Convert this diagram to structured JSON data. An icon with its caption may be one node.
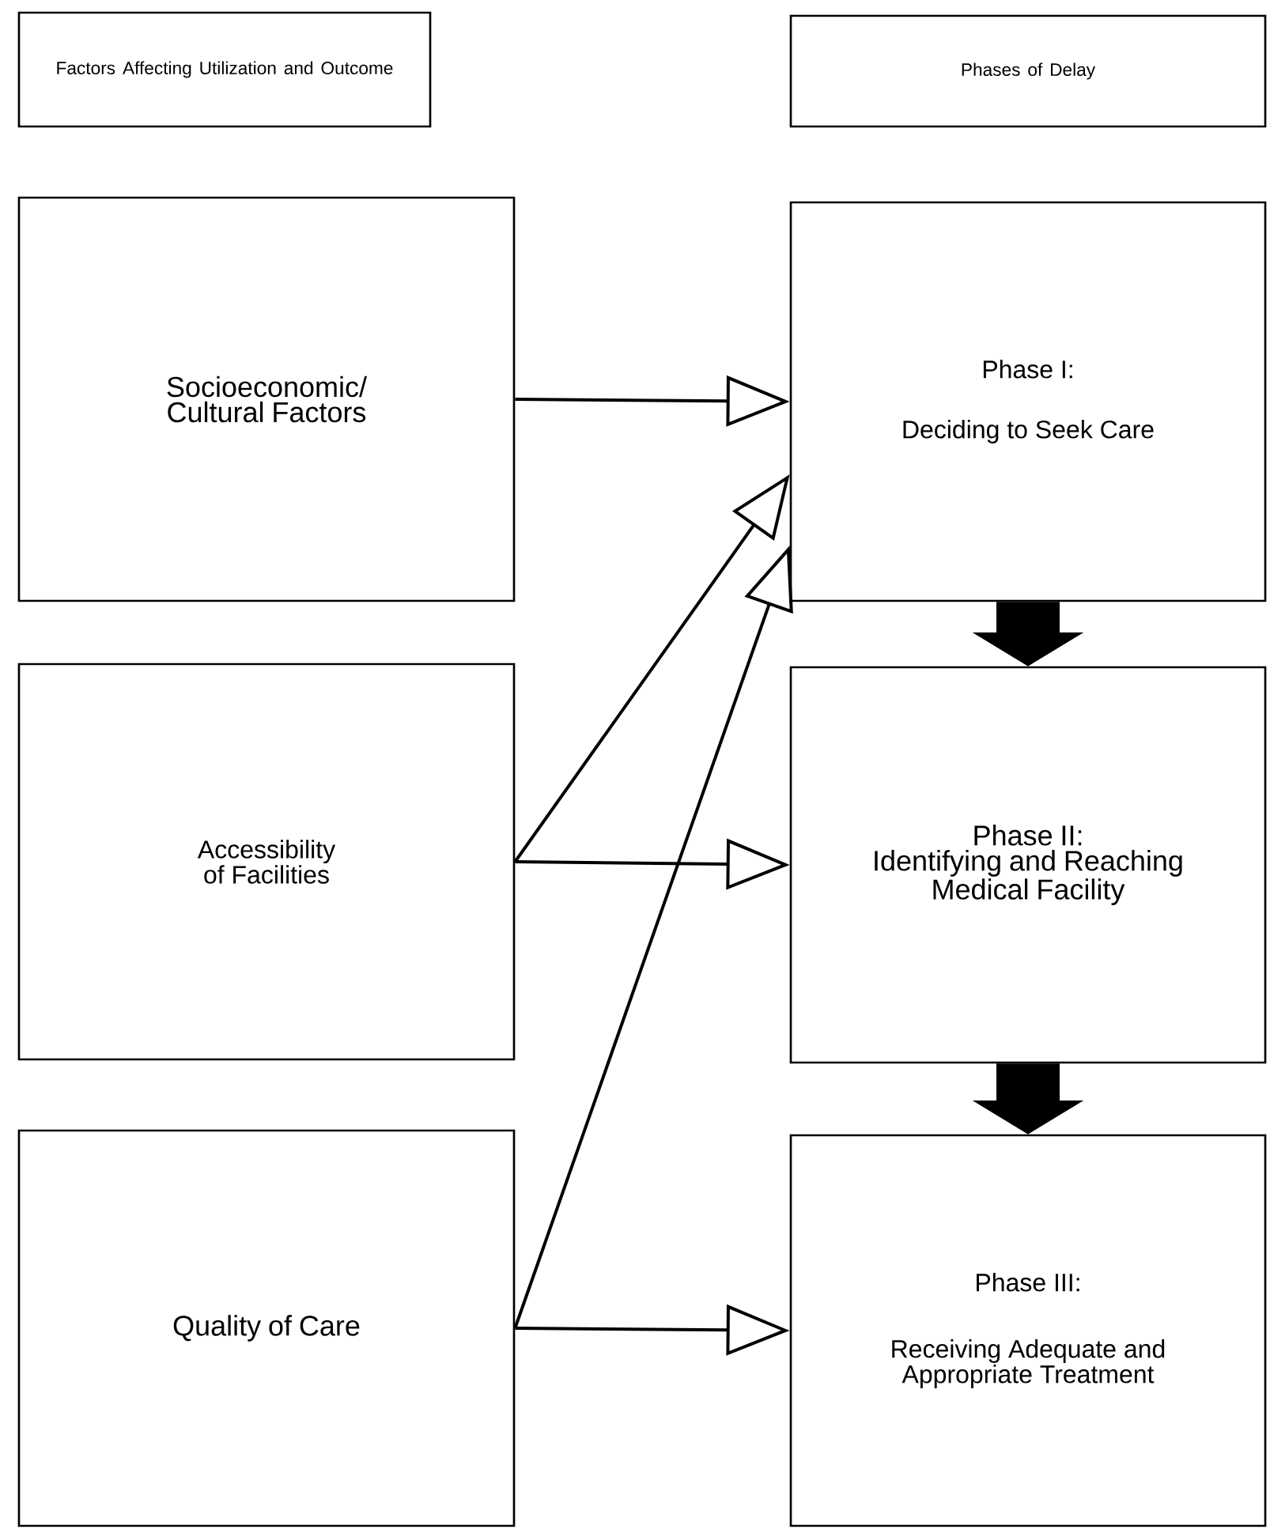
{
  "diagram": {
    "nodes": [
      {
        "text": [
          "Factors Affecting Utilization and Outcome"
        ]
      },
      {
        "text": [
          "Phases of Delay"
        ]
      },
      {
        "text": [
          "Socioeconomic/ Cultural Factors"
        ]
      },
      {
        "text": [
          "Phase I:",
          "Deciding to Seek Care"
        ]
      },
      {
        "text": [
          "Accessibility of Facilities"
        ]
      },
      {
        "text": [
          "Phase II:",
          "Identifying and Reaching Medical Facility"
        ]
      },
      {
        "text": [
          "Quality of Care"
        ]
      },
      {
        "text": [
          "Phase III:",
          "Receiving Adequate and Appropriate Treatment"
        ]
      }
    ],
    "edges": [
      {
        "from": 2,
        "to": 3,
        "arrow": "to"
      },
      {
        "from": 4,
        "to": 3,
        "arrow": "to"
      },
      {
        "from": 4,
        "to": 5,
        "arrow": "to"
      },
      {
        "from": 6,
        "to": 3,
        "arrow": "to"
      },
      {
        "from": 6,
        "to": 7,
        "arrow": "to"
      },
      {
        "from": 3,
        "to": 5,
        "arrow": "to",
        "style": "thick"
      },
      {
        "from": 5,
        "to": 7,
        "arrow": "to",
        "style": "thick"
      }
    ]
  }
}
